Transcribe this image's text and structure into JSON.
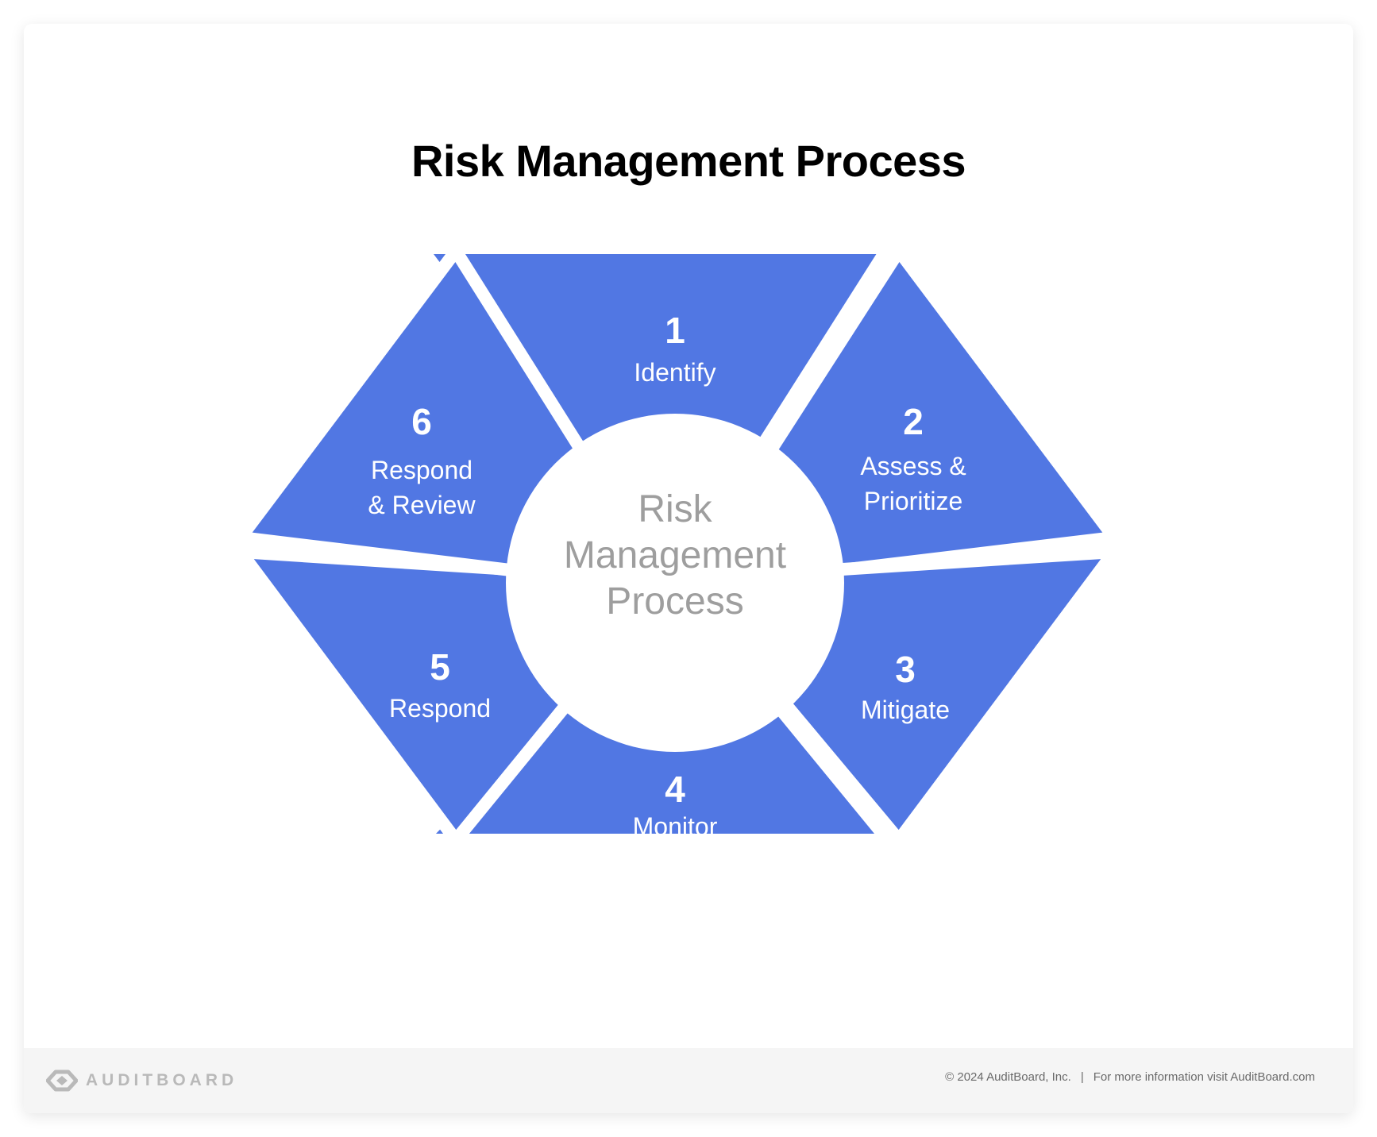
{
  "title": "Risk Management Process",
  "center_label": [
    "Risk",
    "Management",
    "Process"
  ],
  "steps": [
    {
      "number": "1",
      "label": [
        "Identify"
      ]
    },
    {
      "number": "2",
      "label": [
        "Assess &",
        "Prioritize"
      ]
    },
    {
      "number": "3",
      "label": [
        "Mitigate"
      ]
    },
    {
      "number": "4",
      "label": [
        "Monitor"
      ]
    },
    {
      "number": "5",
      "label": [
        "Respond"
      ]
    },
    {
      "number": "6",
      "label": [
        "Respond",
        "& Review"
      ]
    }
  ],
  "colors": {
    "segment": "#5177e3",
    "center_text": "#9e9e9e",
    "step_text": "#ffffff",
    "logo": "#b9b9b9"
  },
  "footer": {
    "logo_text": "AUDITBOARD",
    "copyright": "© 2024  AuditBoard, Inc.",
    "separator": "|",
    "info": "For more information visit AuditBoard.com"
  }
}
